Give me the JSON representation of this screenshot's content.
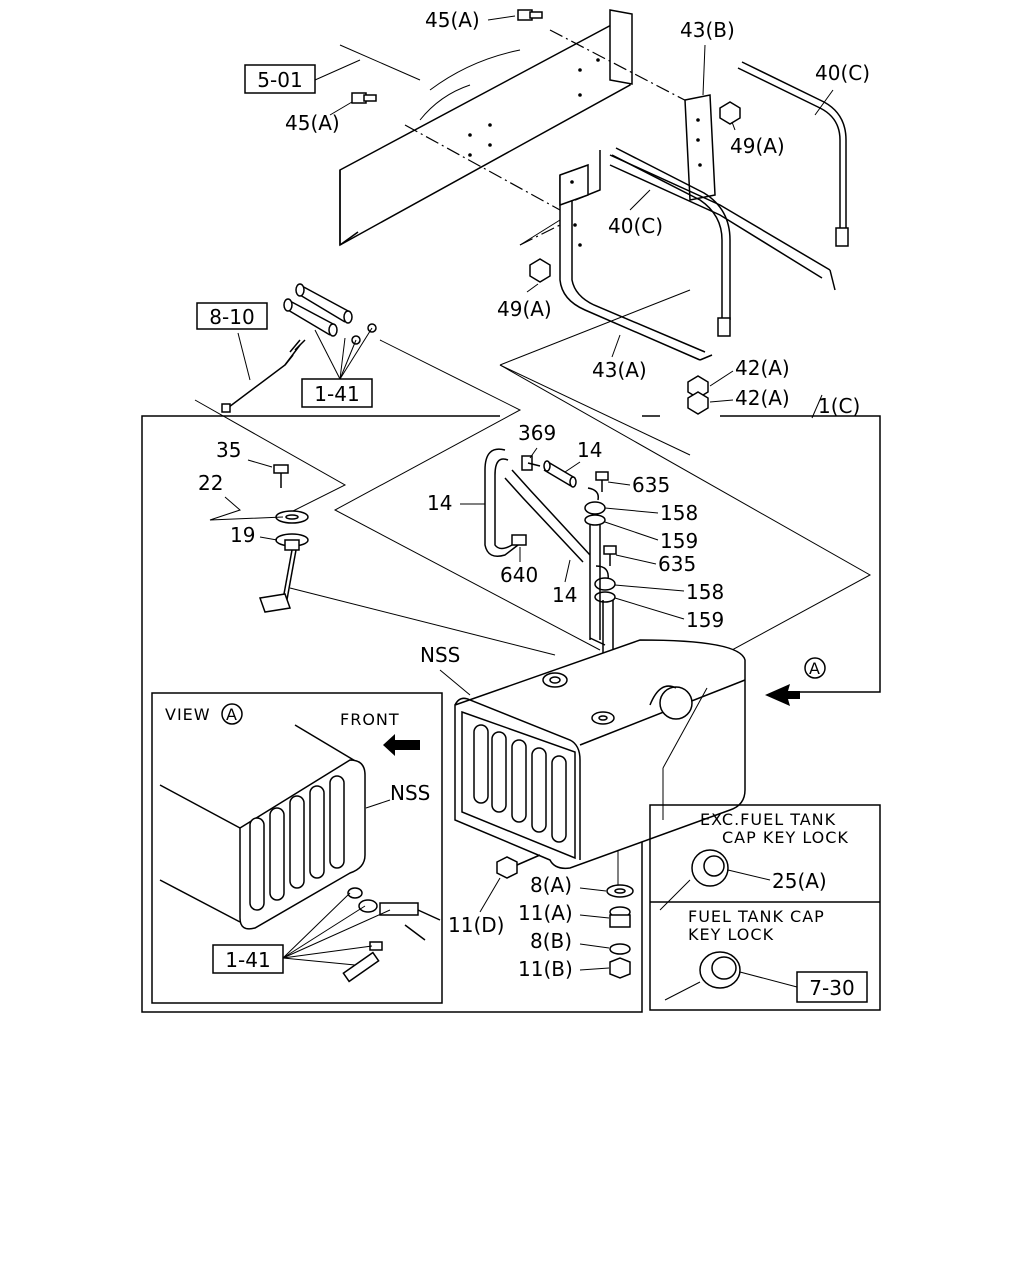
{
  "callouts": {
    "c45a_top": "45(A)",
    "c45a_left": "45(A)",
    "c43b": "43(B)",
    "c40c_right": "40(C)",
    "c49a_top": "49(A)",
    "c40c_mid": "40(C)",
    "c49a_left": "49(A)",
    "c43a": "43(A)",
    "c42a_1": "42(A)",
    "c42a_2": "42(A)",
    "c1c": "1(C)",
    "c35": "35",
    "c22": "22",
    "c19": "19",
    "c369": "369",
    "c14_top": "14",
    "c14_left": "14",
    "c14_bottom": "14",
    "c640": "640",
    "c635_1": "635",
    "c158_1": "158",
    "c159_1": "159",
    "c635_2": "635",
    "c158_2": "158",
    "c159_2": "159",
    "cnss_main": "NSS",
    "cnss_view": "NSS",
    "c8a": "8(A)",
    "c11a": "11(A)",
    "c8b": "8(B)",
    "c11b": "11(B)",
    "c11d": "11(D)",
    "c25a": "25(A)"
  },
  "refs": {
    "r501": "5-01",
    "r810": "8-10",
    "r141_top": "1-41",
    "r141_view": "1-41",
    "r730": "7-30"
  },
  "view_a": {
    "title": "VIEW",
    "circle_letter": "A",
    "front": "FRONT"
  },
  "arrow_a_letter": "A",
  "inset": {
    "exc_line1": "EXC.FUEL TANK",
    "exc_line2": "CAP KEY LOCK",
    "key_line1": "FUEL TANK CAP",
    "key_line2": "KEY LOCK"
  }
}
